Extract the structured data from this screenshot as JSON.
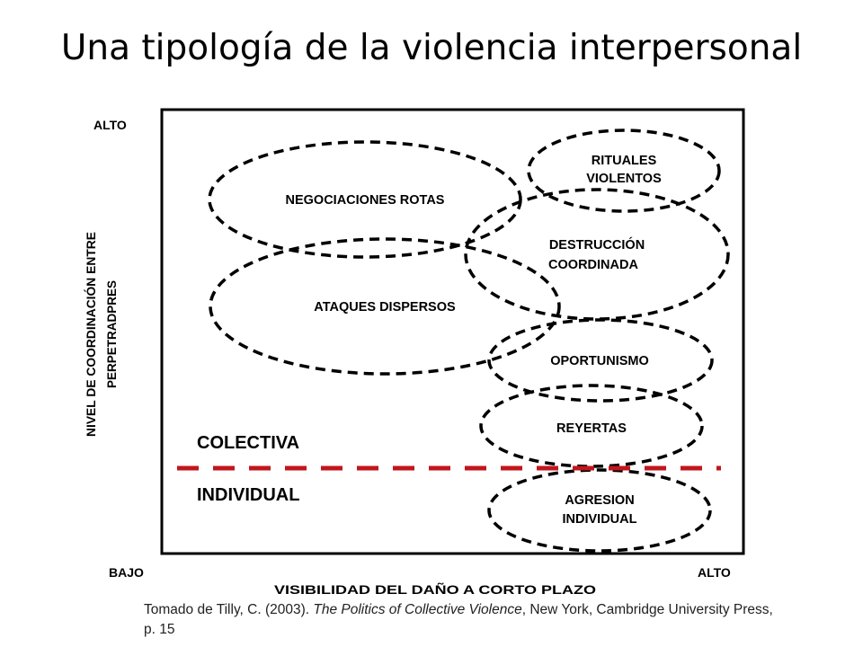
{
  "title": "Una tipología de la violencia interpersonal",
  "diagram": {
    "y_axis": {
      "label_line1": "NIVEL DE COORDINACIÓN ENTRE",
      "label_line2": "PERPETRADPRES",
      "high": "ALTO"
    },
    "x_axis": {
      "label": "VISIBILIDAD DEL DAÑO A CORTO PLAZO",
      "low": "BAJO",
      "high": "ALTO"
    },
    "regions": {
      "upper": "COLECTIVA",
      "lower": "INDIVIDUAL",
      "divider_color": "#c0161c"
    },
    "types": [
      {
        "id": "rituales",
        "lines": [
          "RITUALES",
          "VIOLENTOS"
        ]
      },
      {
        "id": "negociaciones",
        "lines": [
          "NEGOCIACIONES ROTAS"
        ]
      },
      {
        "id": "destruccion",
        "lines": [
          "DESTRUCCIÓN",
          "COORDINADA"
        ]
      },
      {
        "id": "ataques",
        "lines": [
          "ATAQUES DISPERSOS"
        ]
      },
      {
        "id": "oportunismo",
        "lines": [
          "OPORTUNISMO"
        ]
      },
      {
        "id": "reyertas",
        "lines": [
          "REYERTAS"
        ]
      },
      {
        "id": "agresion",
        "lines": [
          "AGRESION",
          "INDIVIDUAL"
        ]
      }
    ]
  },
  "citation": {
    "prefix": "Tomado de Tilly, C. (2003). ",
    "work": "The Politics of Collective Violence",
    "suffix": ", New York, Cambridge University Press, p. 15"
  }
}
